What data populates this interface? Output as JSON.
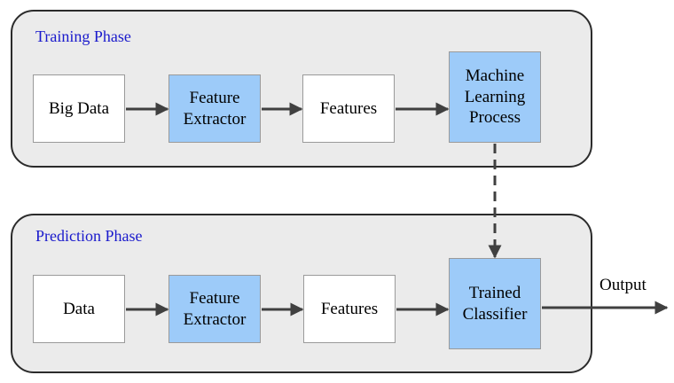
{
  "phases": {
    "training": {
      "title": "Training Phase",
      "nodes": {
        "big_data": "Big Data",
        "feature_extractor": "Feature\nExtractor",
        "features": "Features",
        "ml_process": "Machine\nLearning\nProcess"
      }
    },
    "prediction": {
      "title": "Prediction Phase",
      "nodes": {
        "data": "Data",
        "feature_extractor": "Feature\nExtractor",
        "features": "Features",
        "classifier": "Trained\nClassifier"
      }
    }
  },
  "output_label": "Output",
  "colors": {
    "phase_fill": "#ebebeb",
    "phase_border": "#2b2b2b",
    "highlight_fill": "#9dcbf9",
    "title_color": "#1a1acc",
    "arrow_color": "#404040"
  }
}
